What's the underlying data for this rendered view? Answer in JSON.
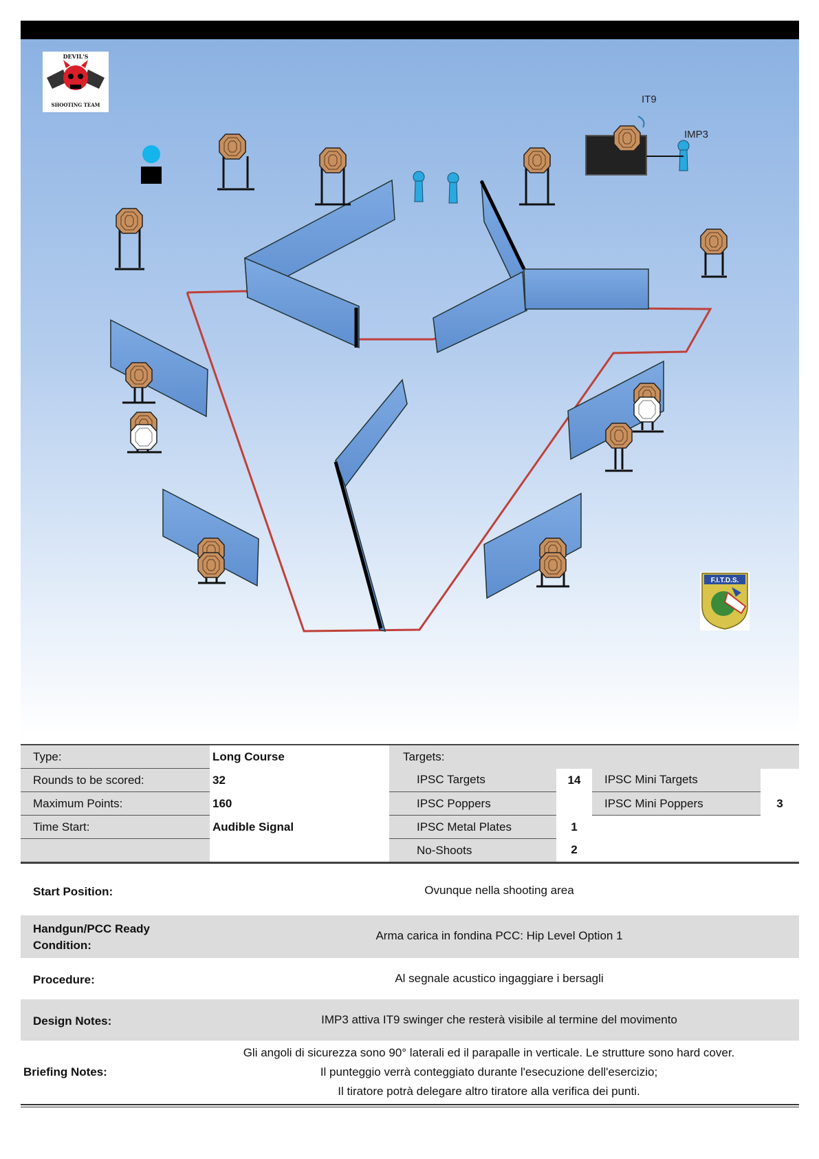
{
  "stage_labels": {
    "it9": "IT9",
    "imp3": "IMP3"
  },
  "logos": {
    "left": {
      "name": "devils-shooting-team-logo",
      "text": "DEVIL'S SHOOTING TEAM"
    },
    "right": {
      "name": "fitds-logo",
      "text": "F.I.T.D.S."
    }
  },
  "colors": {
    "wall": "#6f9fdc",
    "fault_line": "#c0403a",
    "target": "#c8905e",
    "popper": "#2aa8e0"
  },
  "info": {
    "type_label": "Type:",
    "type_value": "Long Course",
    "rounds_label": "Rounds to be scored:",
    "rounds_value": "32",
    "points_label": "Maximum Points:",
    "points_value": "160",
    "time_label": "Time Start:",
    "time_value": "Audible Signal",
    "targets_label": "Targets:",
    "ipsc_targets_label": "IPSC Targets",
    "ipsc_targets_value": "14",
    "ipsc_poppers_label": "IPSC Poppers",
    "ipsc_poppers_value": "",
    "ipsc_metal_label": "IPSC Metal Plates",
    "ipsc_metal_value": "1",
    "no_shoots_label": "No-Shoots",
    "no_shoots_value": "2",
    "mini_targets_label": "IPSC Mini Targets",
    "mini_targets_value": "",
    "mini_poppers_label": "IPSC Mini Poppers",
    "mini_poppers_value": "3"
  },
  "sections": {
    "start_label": "Start Position:",
    "start_value": "Ovunque nella shooting area",
    "ready_label_1": "Handgun/PCC Ready",
    "ready_label_2": "Condition:",
    "ready_value": "Arma carica in fondina PCC: Hip Level Option 1",
    "procedure_label": "Procedure:",
    "procedure_value": "Al segnale acustico ingaggiare i bersagli",
    "design_label": "Design Notes:",
    "design_value": "IMP3 attiva IT9 swinger che resterà visibile al termine del movimento",
    "briefing_label": "Briefing Notes:",
    "briefing_line_1": "Gli angoli di sicurezza sono 90° laterali ed il parapalle in verticale. Le strutture sono hard cover.",
    "briefing_line_2": "Il punteggio verrà conteggiato durante l'esecuzione dell'esercizio;",
    "briefing_line_3": "Il tiratore potrà delegare altro tiratore alla verifica dei punti."
  }
}
